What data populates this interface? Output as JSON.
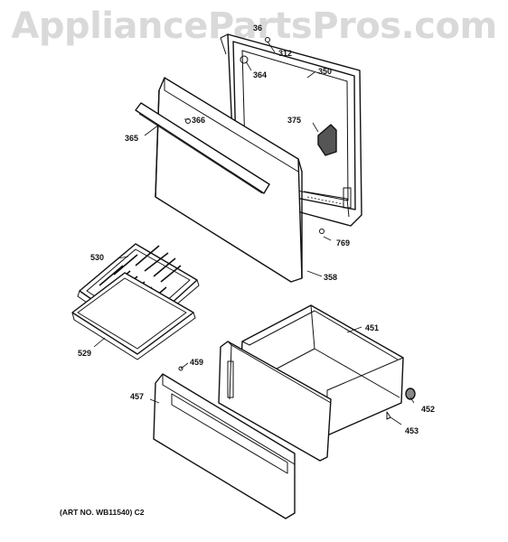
{
  "watermark": "AppliancePartsPros.com",
  "art_number": "(ART NO. WB11540) C2",
  "callouts": {
    "p36": "36",
    "p312": "312",
    "p364": "364",
    "p350": "350",
    "p366": "366",
    "p365": "365",
    "p375": "375",
    "p769": "769",
    "p358": "358",
    "p530": "530",
    "p529": "529",
    "p451": "451",
    "p459": "459",
    "p457": "457",
    "p452": "452",
    "p453": "453"
  },
  "colors": {
    "line": "#111111",
    "watermark": "#d9d9d9",
    "background": "#ffffff"
  }
}
